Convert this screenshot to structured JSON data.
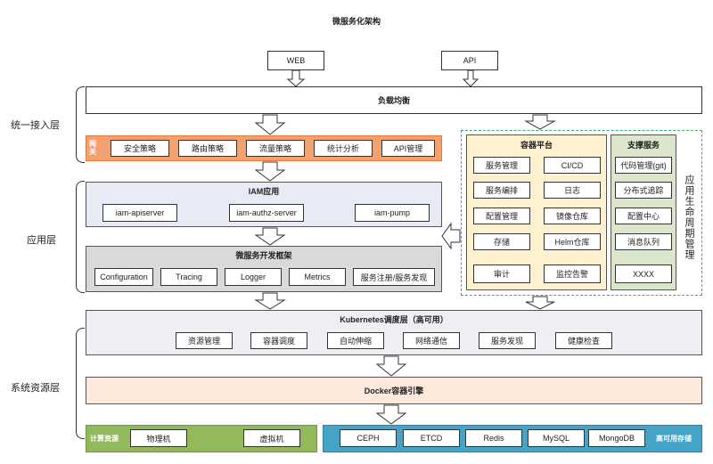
{
  "title": "微服务化架构",
  "entry": {
    "web": "WEB",
    "api": "API"
  },
  "lb": "负载均衡",
  "gateway": {
    "label": "网关",
    "items": [
      "安全策略",
      "路由策略",
      "流量策略",
      "统计分析",
      "API管理"
    ]
  },
  "iam": {
    "title": "IAM应用",
    "items": [
      "iam-apiserver",
      "iam-authz-server",
      "iam-pump"
    ]
  },
  "framework": {
    "title": "微服务开发框架",
    "items": [
      "Configuration",
      "Tracing",
      "Logger",
      "Metrics",
      "服务注册/服务发现"
    ]
  },
  "container_platform": {
    "title": "容器平台",
    "left": [
      "服务管理",
      "服务编排",
      "配置管理",
      "存储",
      "审计"
    ],
    "right": [
      "CI/CD",
      "日志",
      "镜像仓库",
      "Helm仓库",
      "监控告警"
    ]
  },
  "support": {
    "title": "支撑服务",
    "items": [
      "代码管理(git)",
      "分布式追踪",
      "配置中心",
      "消息队列",
      "XXXX"
    ]
  },
  "lifecycle": "应用生命周期管理",
  "k8s": {
    "title": "Kubernetes调度层（高可用）",
    "items": [
      "资源管理",
      "容器调度",
      "自动伸缩",
      "网络通信",
      "服务发现",
      "健康检查"
    ]
  },
  "docker": "Docker容器引擎",
  "compute": {
    "label": "计算资源",
    "items": [
      "物理机",
      "虚拟机"
    ]
  },
  "storage": {
    "label": "高可用存储",
    "items": [
      "CEPH",
      "ETCD",
      "Redis",
      "MySQL",
      "MongoDB"
    ]
  },
  "layers": {
    "access": "统一接入层",
    "app": "应用层",
    "system": "系统资源层"
  },
  "colors": {
    "gateway": "#f4a172",
    "gateway_border": "#e07b3a",
    "iam_bg": "#e6ebf6",
    "framework_bg": "#d9d9d9",
    "platform_bg": "#fdf1cf",
    "support_bg": "#dbe6cc",
    "k8s_bg": "#eeeef3",
    "docker_bg": "#fdeadc",
    "compute": "#93b95a",
    "storage": "#45a3c5",
    "dash": "#35b06a"
  }
}
